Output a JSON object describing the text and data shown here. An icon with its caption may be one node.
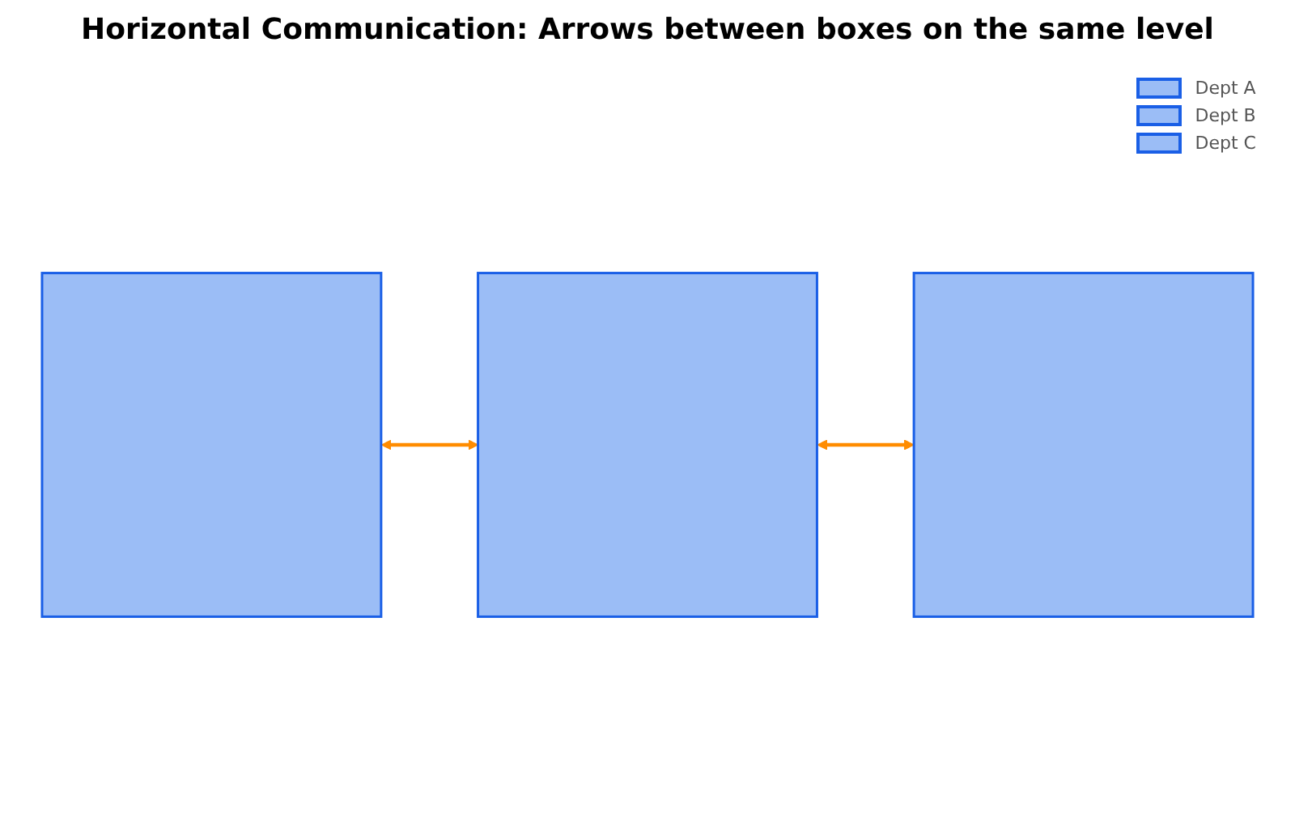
{
  "diagram": {
    "title": "Horizontal Communication: Arrows between boxes on the same level",
    "nodes": [
      {
        "text": [],
        "shape": "box"
      },
      {
        "text": [],
        "shape": "box"
      },
      {
        "text": [],
        "shape": "box"
      }
    ],
    "edges": [
      {
        "from": 0,
        "to": 1,
        "arrow": "both"
      },
      {
        "from": 1,
        "to": 2,
        "arrow": "both"
      }
    ],
    "legend": [
      {
        "text": "Dept A",
        "color": "#9bbdf6"
      },
      {
        "text": "Dept B",
        "color": "#9bbdf6"
      },
      {
        "text": "Dept C",
        "color": "#9bbdf6"
      }
    ]
  }
}
